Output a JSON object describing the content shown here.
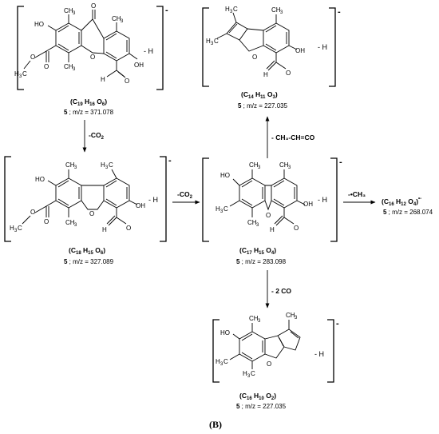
{
  "panel_label": "(B)",
  "ions": [
    {
      "id": "c19",
      "formula_pre": "(C",
      "f1": "19",
      "f_mid1": " H",
      "f2": "16",
      "f_mid2": " O",
      "f3": "6",
      "formula_post": ")",
      "code": "5",
      "mz_text": " ; m/z = 371.078",
      "loss": "- H",
      "charge": "-"
    },
    {
      "id": "c14a",
      "formula_pre": "(C",
      "f1": "14",
      "f_mid1": " H",
      "f2": "11",
      "f_mid2": " O",
      "f3": "3",
      "formula_post": ")",
      "code": "5",
      "mz_text": " ; m/z = 227.035",
      "loss": "- H",
      "charge": "-"
    },
    {
      "id": "c18",
      "formula_pre": "(C",
      "f1": "18",
      "f_mid1": " H",
      "f2": "15",
      "f_mid2": " O",
      "f3": "6",
      "formula_post": ")",
      "code": "5",
      "mz_text": " ; m/z = 327.089",
      "loss": "- H",
      "charge": "-"
    },
    {
      "id": "c17",
      "formula_pre": "(C",
      "f1": "17",
      "f_mid1": " H",
      "f2": "15",
      "f_mid2": " O",
      "f3": "4",
      "formula_post": ")",
      "code": "5",
      "mz_text": " ; m/z = 283.098",
      "loss": "- H",
      "charge": "-"
    },
    {
      "id": "c16a",
      "formula_pre": "(C",
      "f1": "16",
      "f_mid1": " H",
      "f2": "12",
      "f_mid2": " O",
      "f3": "4",
      "formula_post": ")",
      "radical": "•-",
      "code": "5",
      "mz_text": " ; m/z = 268.074"
    },
    {
      "id": "c16b",
      "formula_pre": "(C",
      "f1": "16",
      "f_mid1": " H",
      "f2": "10",
      "f_mid2": " O",
      "f3": "2",
      "formula_post": ")",
      "code": "5",
      "mz_text": " ; m/z = 227.035",
      "loss": "- H",
      "charge": "-"
    }
  ],
  "steps": {
    "co2_down_pre": "-CO",
    "co2_down_sub": "2",
    "co2_right_pre": "-CO",
    "co2_right_sub": "2",
    "ch3": "-•CH₃",
    "ketene": "- CH₃-CH=CO",
    "two_co": "- 2 CO"
  },
  "atoms": {
    "HO": "HO",
    "OH": "OH",
    "O": "O",
    "H": "H",
    "CH3": "CH",
    "three": "3",
    "H3C": "H",
    "C": "C"
  }
}
